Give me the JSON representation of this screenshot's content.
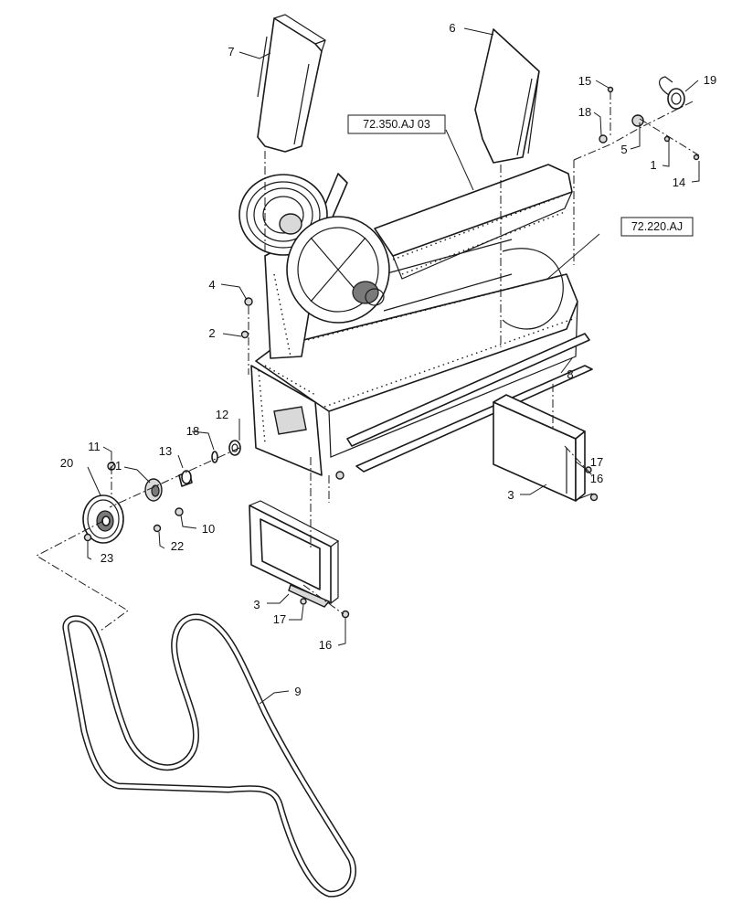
{
  "references": [
    {
      "id": "ref-72-350",
      "text": "72.350.AJ 03"
    },
    {
      "id": "ref-72-220",
      "text": "72.220.AJ"
    }
  ],
  "callouts": [
    {
      "key": "c1",
      "label": "1"
    },
    {
      "key": "c2",
      "label": "2"
    },
    {
      "key": "c3a",
      "label": "3"
    },
    {
      "key": "c3b",
      "label": "3"
    },
    {
      "key": "c4",
      "label": "4"
    },
    {
      "key": "c5",
      "label": "5"
    },
    {
      "key": "c6",
      "label": "6"
    },
    {
      "key": "c7",
      "label": "7"
    },
    {
      "key": "c8",
      "label": "8"
    },
    {
      "key": "c9",
      "label": "9"
    },
    {
      "key": "c10",
      "label": "10"
    },
    {
      "key": "c11",
      "label": "11"
    },
    {
      "key": "c12",
      "label": "12"
    },
    {
      "key": "c13",
      "label": "13"
    },
    {
      "key": "c14",
      "label": "14"
    },
    {
      "key": "c15",
      "label": "15"
    },
    {
      "key": "c16a",
      "label": "16"
    },
    {
      "key": "c16b",
      "label": "16"
    },
    {
      "key": "c17a",
      "label": "17"
    },
    {
      "key": "c17b",
      "label": "17"
    },
    {
      "key": "c18a",
      "label": "18"
    },
    {
      "key": "c18b",
      "label": "18"
    },
    {
      "key": "c19",
      "label": "19"
    },
    {
      "key": "c20",
      "label": "20"
    },
    {
      "key": "c21",
      "label": "21"
    },
    {
      "key": "c22",
      "label": "22"
    },
    {
      "key": "c23",
      "label": "23"
    }
  ]
}
